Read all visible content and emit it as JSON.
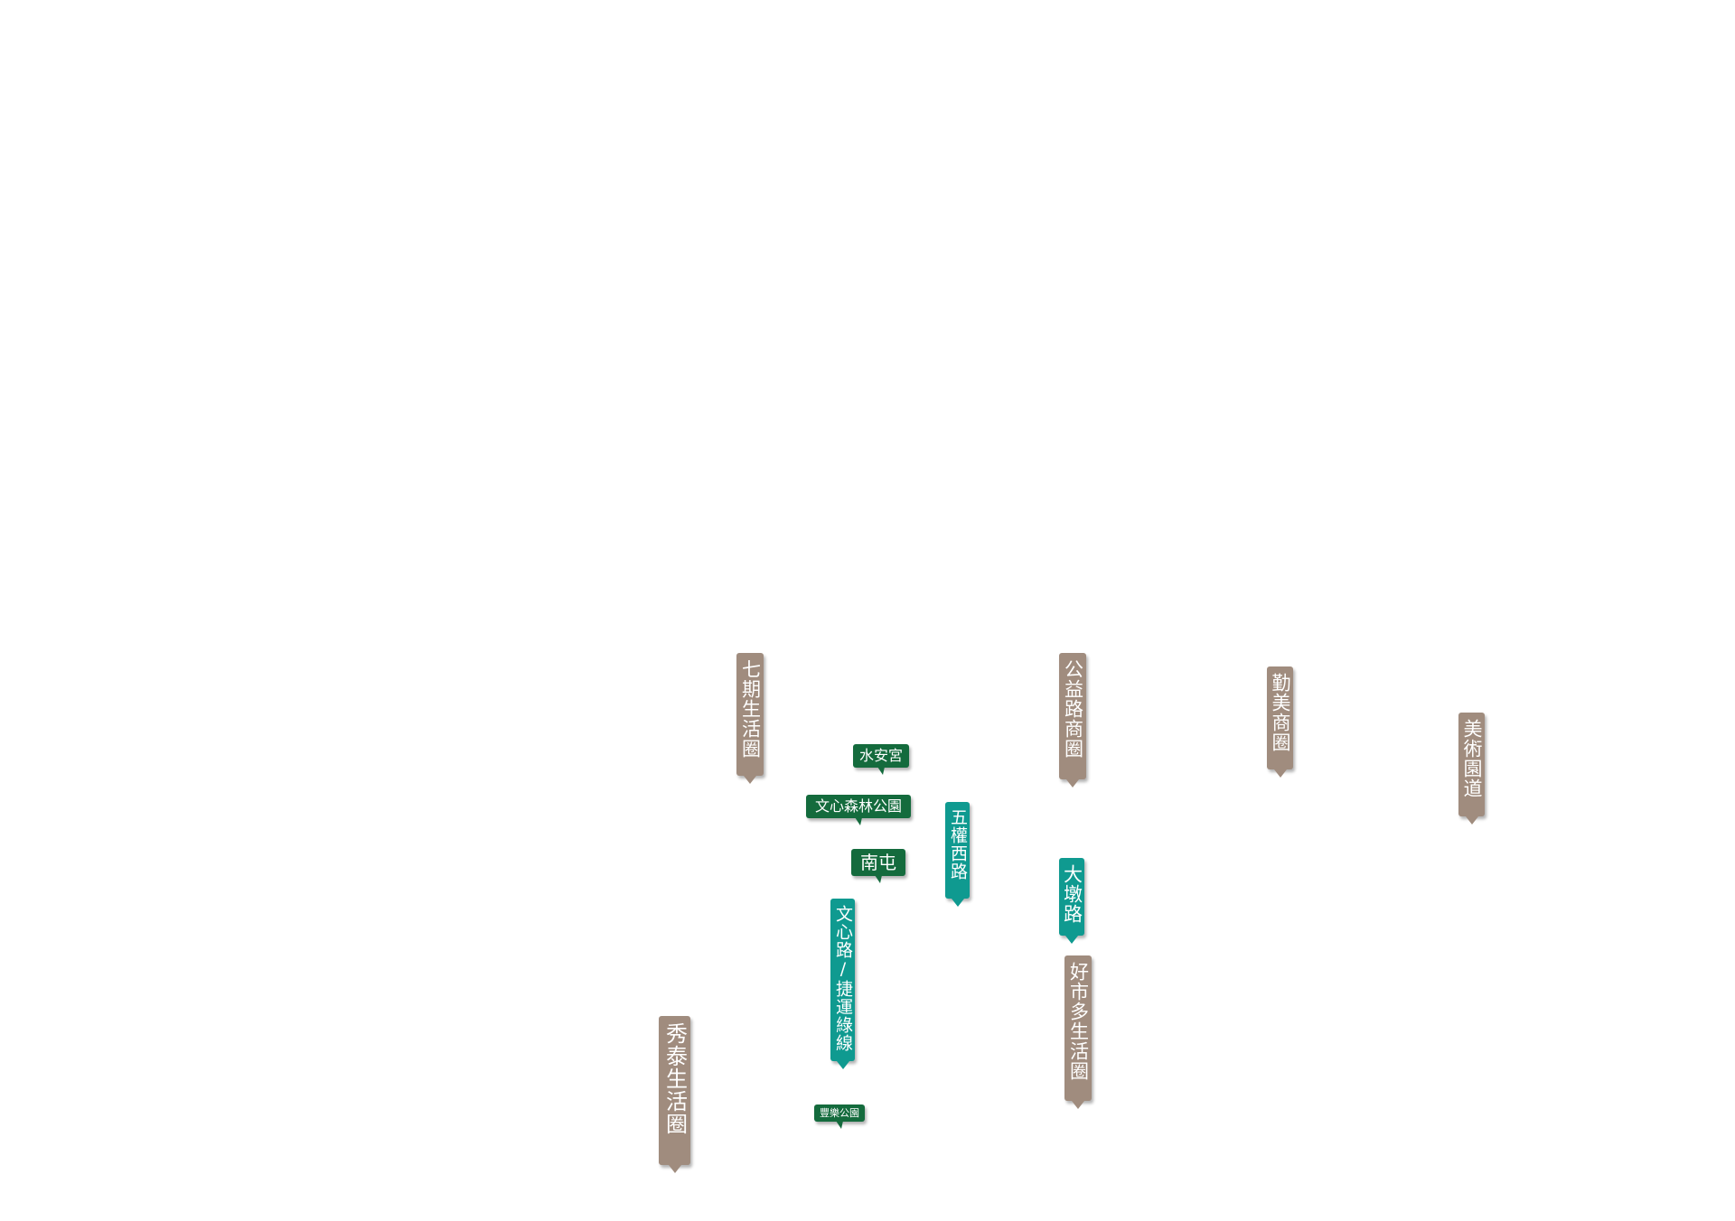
{
  "colors": {
    "district": "#a08c7e",
    "road": "#0f9a90",
    "landmark": "#146b3d",
    "background": "#ffffff"
  },
  "markers": {
    "qiqi": {
      "label": "七期生活圈",
      "category": "district"
    },
    "gongyi": {
      "label": "公益路商圈",
      "category": "district"
    },
    "qinmei": {
      "label": "勤美商圈",
      "category": "district"
    },
    "meishu": {
      "label": "美術園道",
      "category": "district"
    },
    "haoshiduo": {
      "label": "好市多生活圈",
      "category": "district"
    },
    "xiutai": {
      "label": "秀泰生活圈",
      "category": "district"
    },
    "wuquan": {
      "label": "五權西路",
      "category": "road"
    },
    "dadun": {
      "label": "大墩路",
      "category": "road"
    },
    "wenxin_road": {
      "label": "文心路/捷運綠線",
      "category": "road"
    },
    "shuian": {
      "label": "水安宮",
      "category": "landmark"
    },
    "wenxin_park": {
      "label": "文心森林公園",
      "category": "landmark"
    },
    "nantun": {
      "label": "南屯",
      "category": "landmark"
    },
    "fengle": {
      "label": "豐樂公園",
      "category": "landmark"
    }
  }
}
